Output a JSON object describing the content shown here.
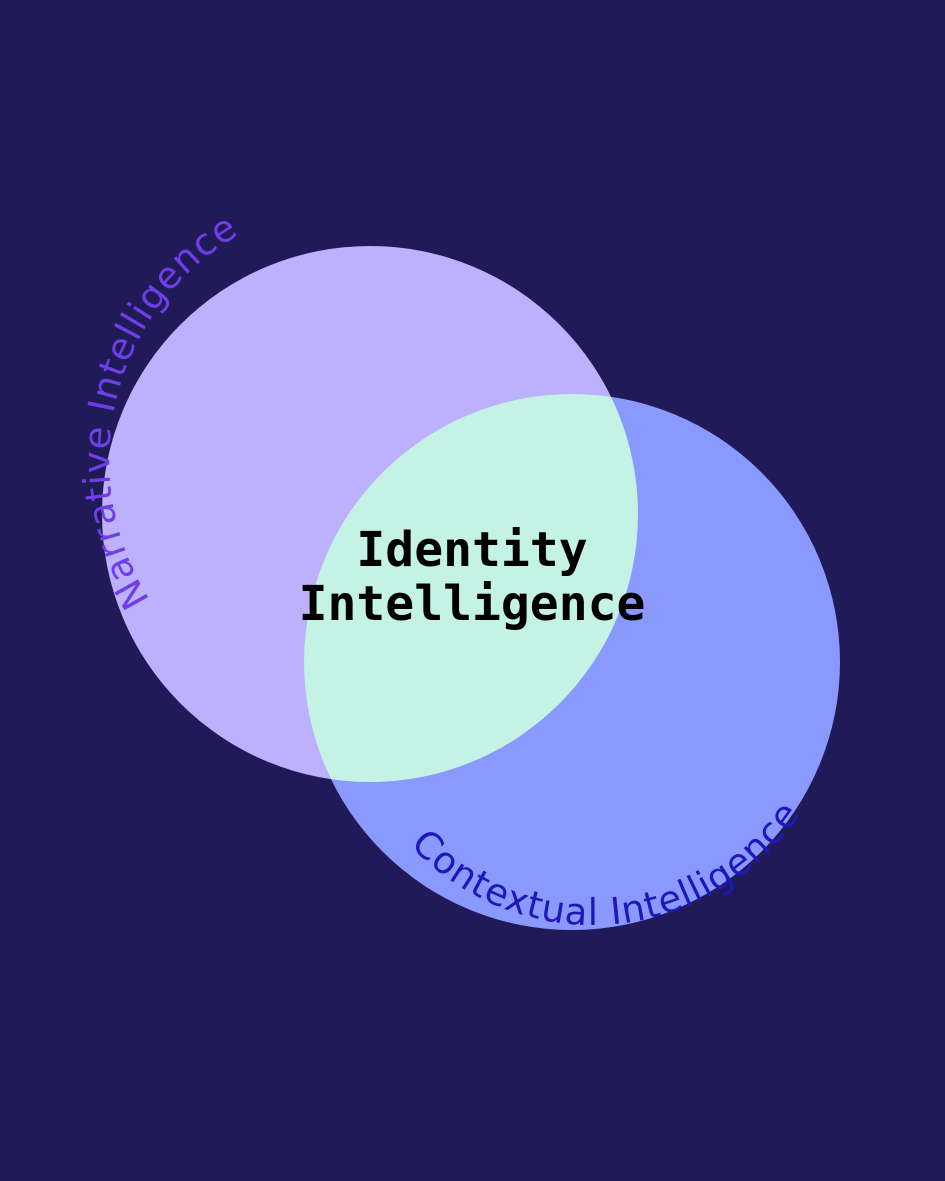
{
  "diagram": {
    "type": "venn",
    "colors": {
      "background": "#201a58",
      "left_circle": "#bdb0fd",
      "right_circle": "#8999fe",
      "overlap": "#c4f2e4",
      "left_label": "#6f3ee8",
      "right_label": "#1f17b8",
      "center_label": "#000000"
    },
    "sets": [
      {
        "id": "narrative",
        "label": "Narrative Intelligence"
      },
      {
        "id": "contextual",
        "label": "Contextual Intelligence"
      }
    ],
    "intersection": {
      "label_line1": "Identity",
      "label_line2": "Intelligence"
    }
  }
}
